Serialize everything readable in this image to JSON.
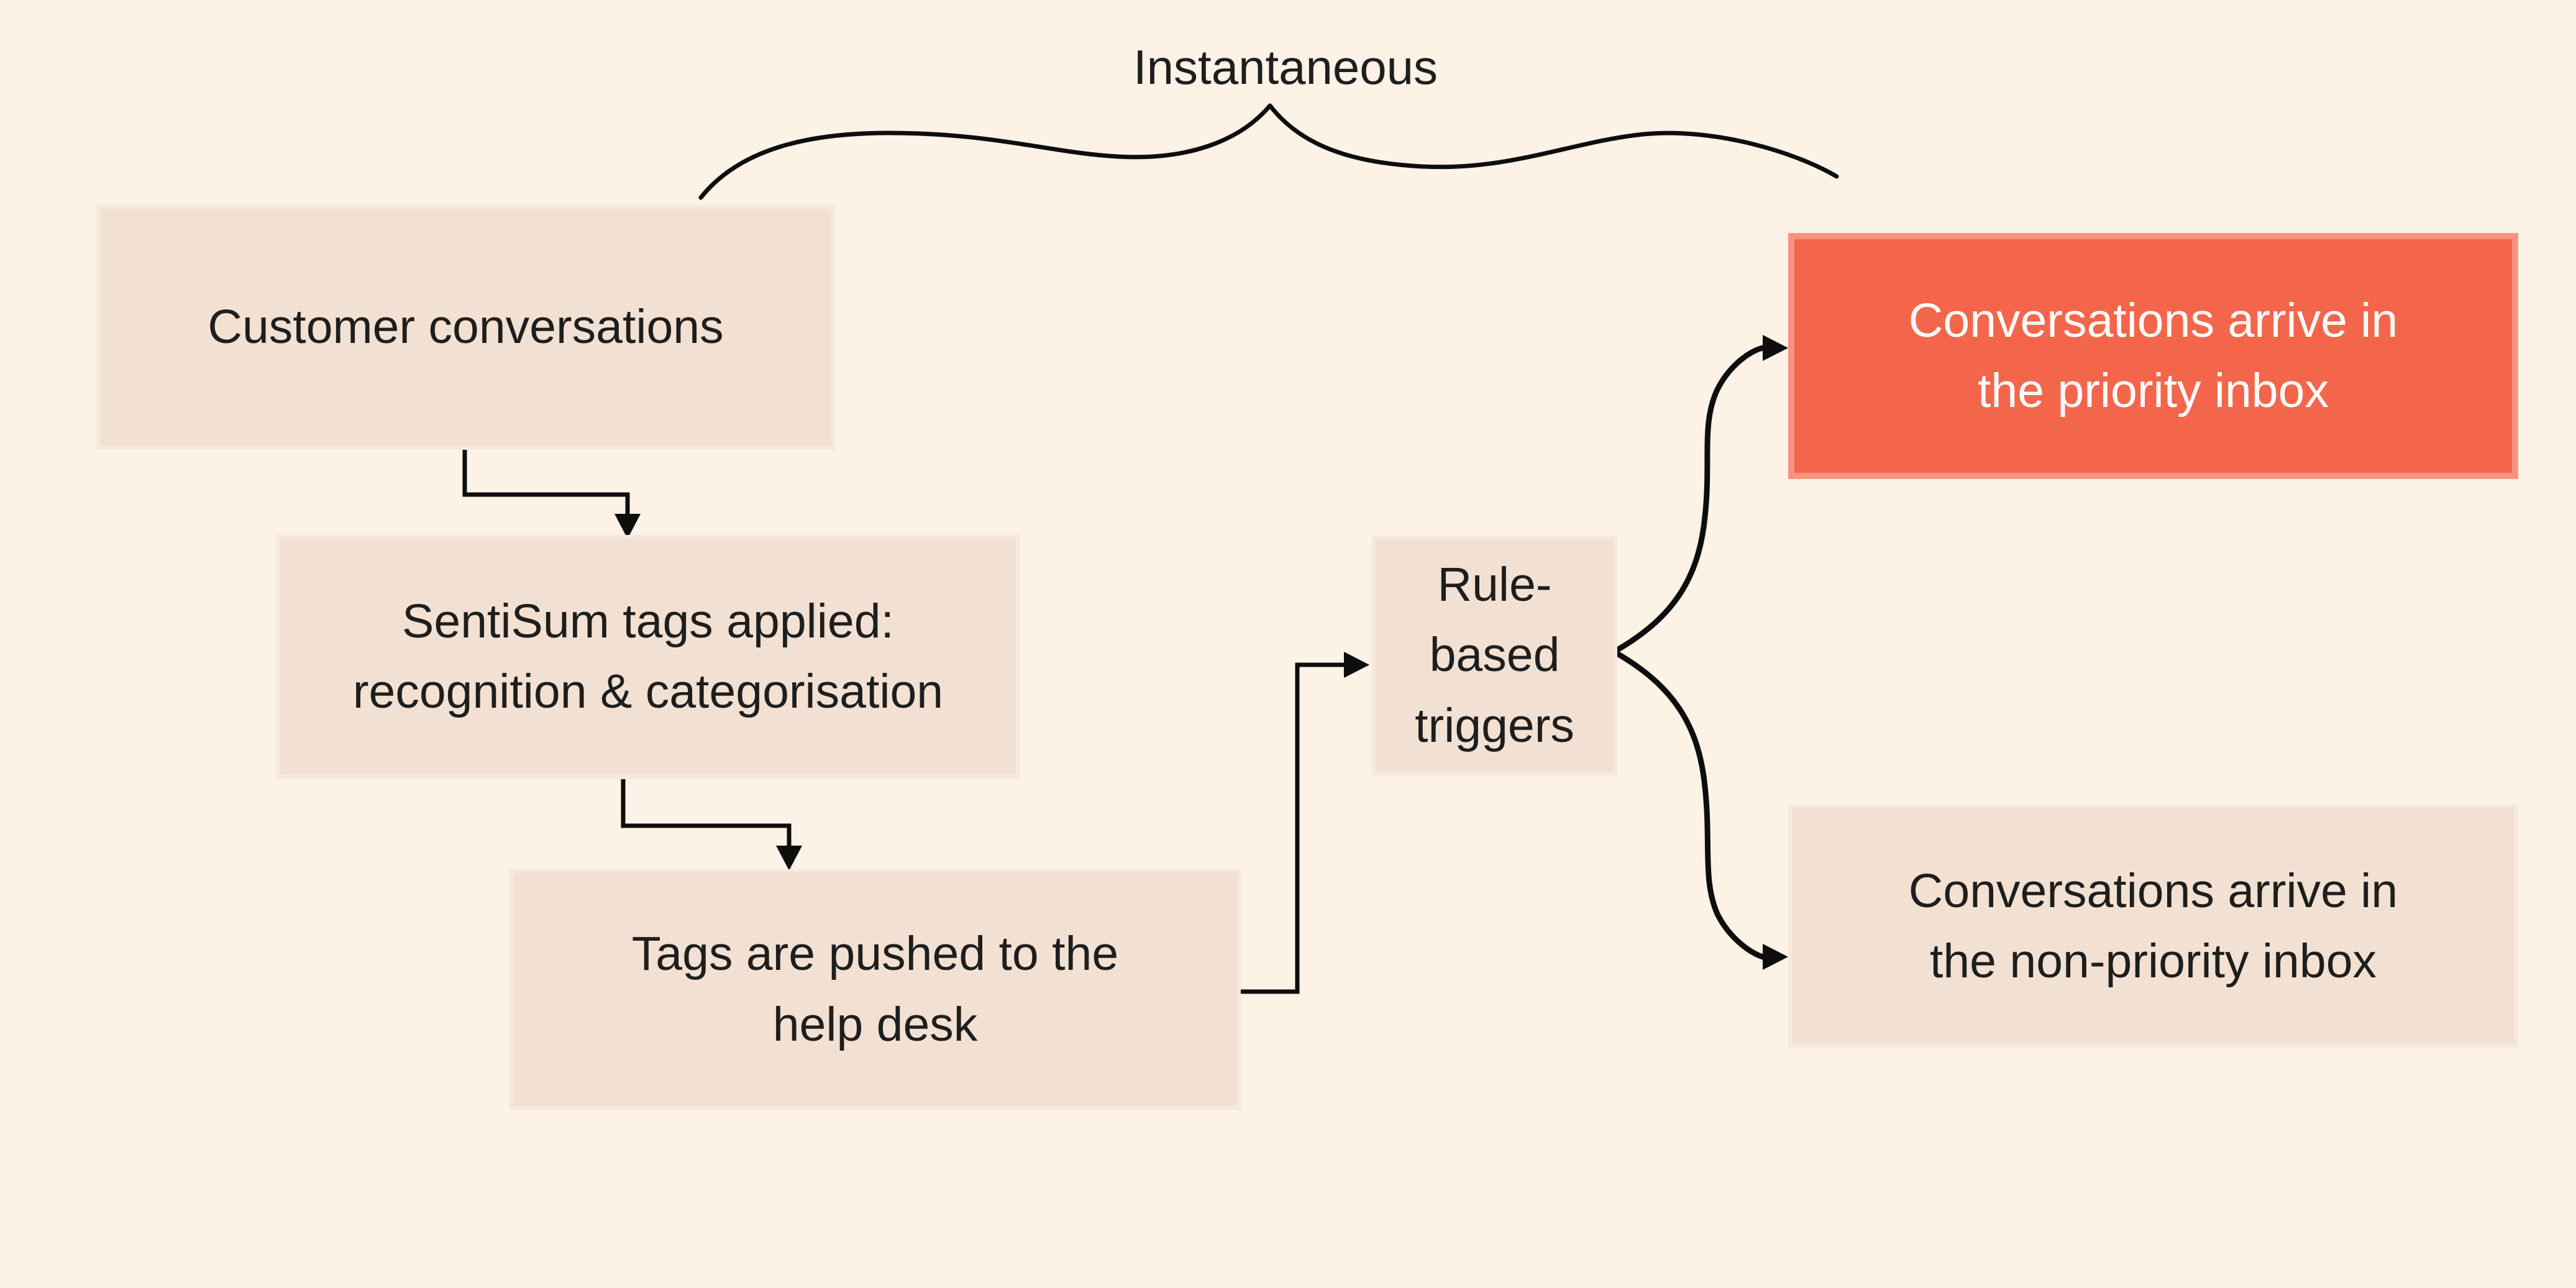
{
  "colors": {
    "background": "#FCF2E6",
    "node_fill": "#F2E1D2",
    "accent_fill": "#F4664B",
    "text_dark": "#1E1E1E",
    "text_on_accent": "#FFFFFF",
    "line": "#0E0E0E"
  },
  "annotation": {
    "label": "Instantaneous"
  },
  "nodes": {
    "customer_conversations": {
      "lines": [
        "Customer conversations"
      ]
    },
    "sentisum_tags": {
      "lines": [
        "SentiSum tags applied:",
        "recognition & categorisation"
      ]
    },
    "tags_pushed": {
      "lines": [
        "Tags are pushed to the",
        "help desk"
      ]
    },
    "rule_based_triggers": {
      "lines": [
        "Rule-",
        "based",
        "triggers"
      ]
    },
    "priority_inbox": {
      "lines": [
        "Conversations arrive in",
        "the priority inbox"
      ]
    },
    "non_priority_inbox": {
      "lines": [
        "Conversations arrive in",
        "the non-priority inbox"
      ]
    }
  },
  "edges": [
    {
      "from": "customer_conversations",
      "to": "sentisum_tags"
    },
    {
      "from": "sentisum_tags",
      "to": "tags_pushed"
    },
    {
      "from": "tags_pushed",
      "to": "rule_based_triggers"
    },
    {
      "from": "rule_based_triggers",
      "to": "priority_inbox"
    },
    {
      "from": "rule_based_triggers",
      "to": "non_priority_inbox"
    }
  ]
}
